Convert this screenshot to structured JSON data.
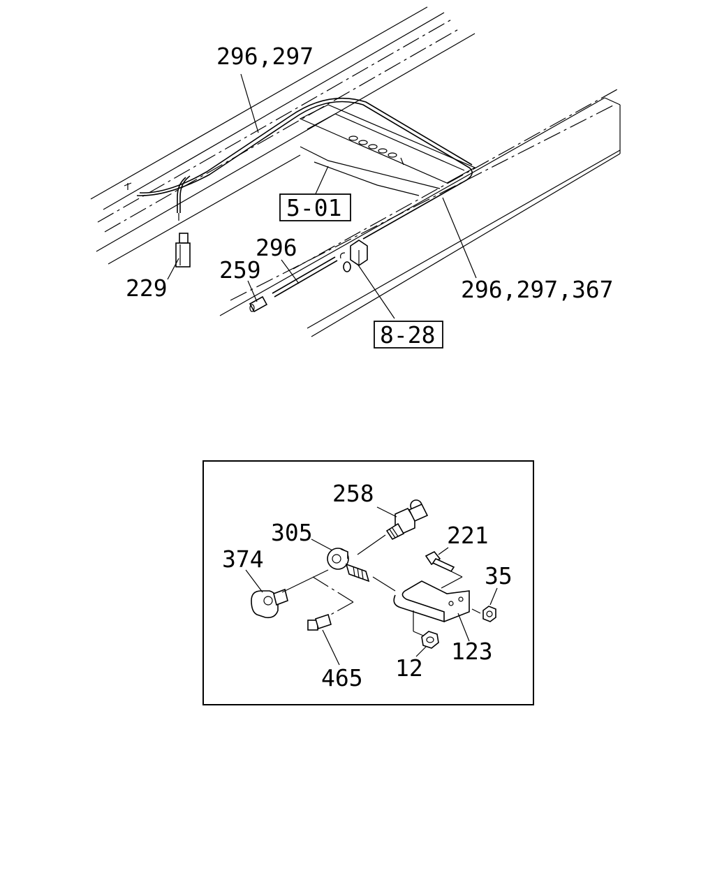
{
  "upper_view": {
    "callouts": {
      "pipe_top": "296,297",
      "pipe_right": "296,297,367",
      "pipe_short": "296",
      "sleeve": "259",
      "connector": "229"
    },
    "references": {
      "ref_a": "5-01",
      "ref_b": "8-28"
    }
  },
  "detail_view": {
    "callouts": {
      "fitting_top": "258",
      "union": "305",
      "elbow": "374",
      "bolt": "221",
      "nut_right": "35",
      "bracket": "123",
      "nut_bottom": "12",
      "plug": "465"
    }
  }
}
